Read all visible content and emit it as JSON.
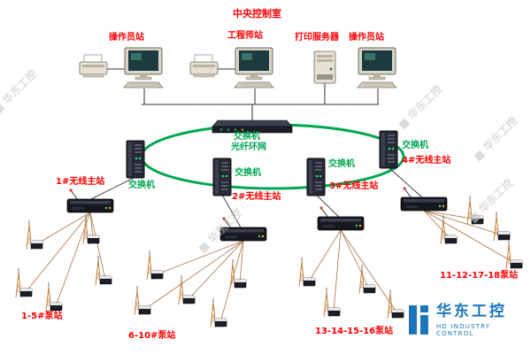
{
  "title": "中央控制室",
  "stations": [
    {
      "label": "操作员站"
    },
    {
      "label": "工程师站"
    },
    {
      "label": "打印服务器"
    },
    {
      "label": "操作员站"
    }
  ],
  "network": {
    "central_switch": "交换机",
    "ring": "光纤环网",
    "switches": [
      "交换机",
      "交换机",
      "交换机",
      "交换机"
    ],
    "masters": [
      "1#无线主站",
      "2#无线主站",
      "3#无线主站",
      "4#无线主站"
    ]
  },
  "pump_groups": [
    "1-5#泵站",
    "6-10#泵站",
    "13-14-15-16泵站",
    "11-12-17-18泵站"
  ],
  "watermark": "■ 华东工控",
  "logo": {
    "name": "华东工控",
    "subtitle": "HD INDUSTRY CONTROL"
  },
  "colors": {
    "label_red": "#ff0000",
    "label_green": "#00a651",
    "logo_blue": "#1b75bb"
  }
}
